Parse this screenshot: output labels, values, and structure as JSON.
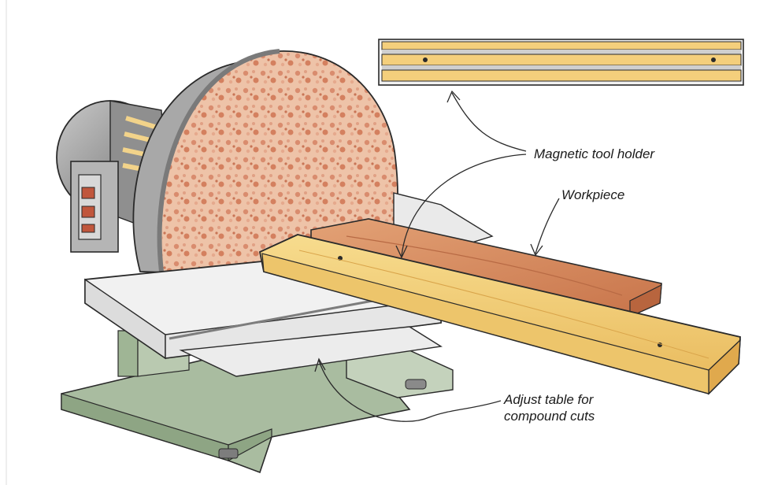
{
  "labels": {
    "magnetic_tool_holder": "Magnetic tool holder",
    "workpiece": "Workpiece",
    "adjust_table_line1": "Adjust table for",
    "adjust_table_line2": "compound cuts"
  },
  "colors": {
    "background": "#ffffff",
    "sanding_disc": "#e8b89a",
    "disc_speckle": "#d98c6e",
    "table": "#eeeeee",
    "base": "#a9bca0",
    "motor": "#9a9a9a",
    "fence_wood": "#f2cf72",
    "workpiece_wood": "#d68b5e",
    "holder_steel": "#c8c8c8",
    "line": "#2a2a2a"
  },
  "icons": {
    "holder": "magnetic-strip-illustration",
    "sander": "disc-sander-illustration"
  }
}
